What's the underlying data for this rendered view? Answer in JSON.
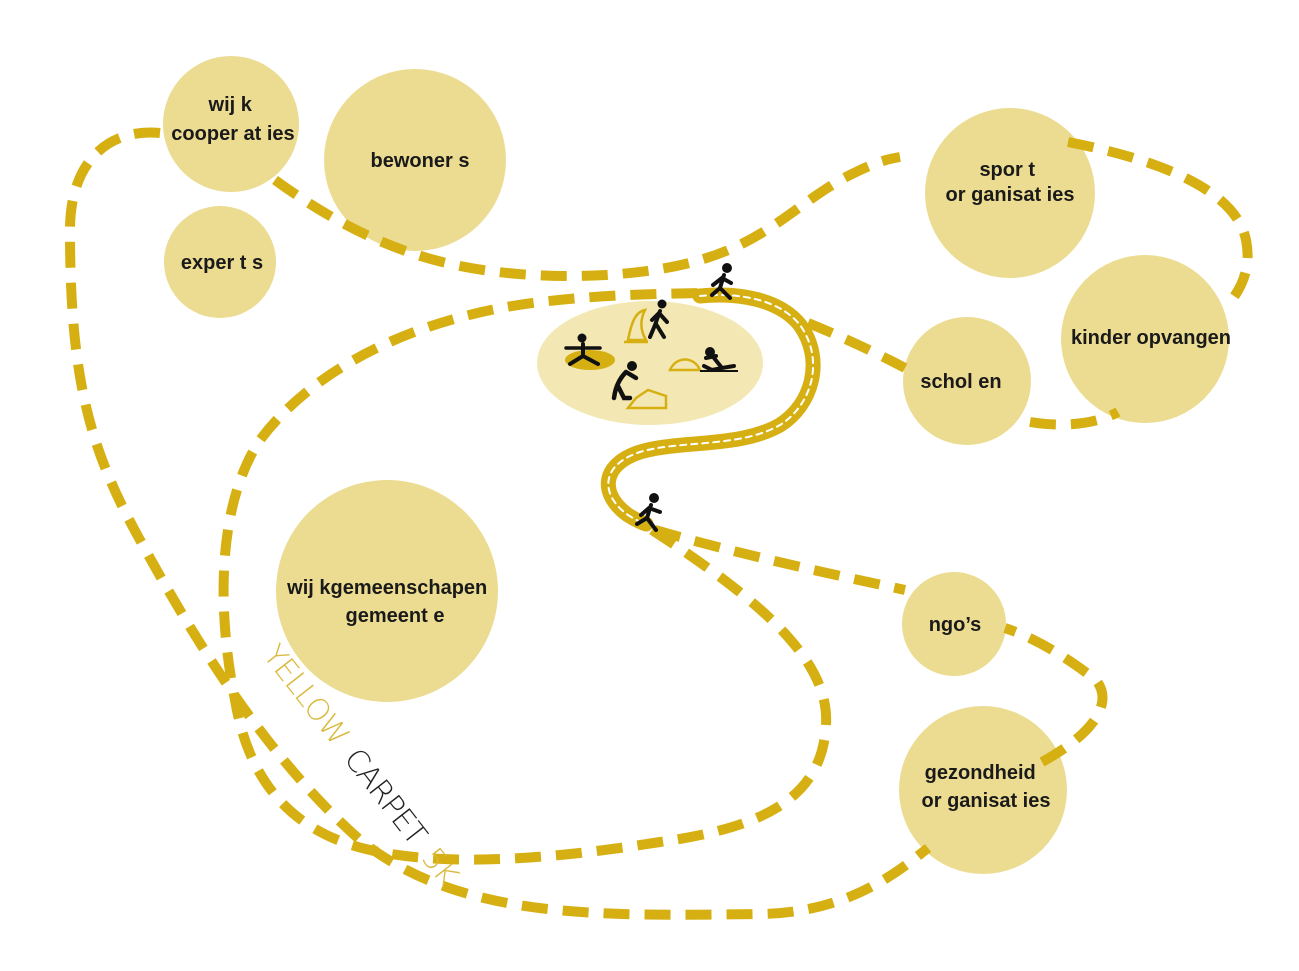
{
  "stakeholders": {
    "wijk_cooperaties": [
      "wij k",
      "cooper at ies"
    ],
    "bewoners": [
      "bewoner s"
    ],
    "experts": [
      "exper t s"
    ],
    "sport_organisaties": [
      "spor t",
      "or ganisat ies"
    ],
    "scholen": [
      "schol en"
    ],
    "kinderopvangen": [
      "kinder opvangen"
    ],
    "wijkgemeenschappen_gemeente": [
      "wij kgemeenschapen",
      "gemeent e"
    ],
    "ngos": [
      "ngo’s"
    ],
    "gezondheid_organisaties": [
      "gezondheid",
      "or ganisat ies"
    ]
  },
  "brand": {
    "yellow": "YELLOW",
    "carpet": "CARPET",
    "five_k": "5K"
  },
  "colors": {
    "circle_fill": "#ecdc91",
    "dash": "#d6b012",
    "road": "#d6b012",
    "activity_area": "#f3e7b3",
    "icon": "#111111",
    "brand_yellow": "#d9b83a",
    "brand_dark": "#222222"
  },
  "icons": [
    "runner-icon",
    "walker-icon",
    "yoga-icon",
    "stretching-icon",
    "sit-up-icon",
    "balance-beam-icon",
    "climbing-ramp-icon",
    "rope-swing-icon"
  ]
}
